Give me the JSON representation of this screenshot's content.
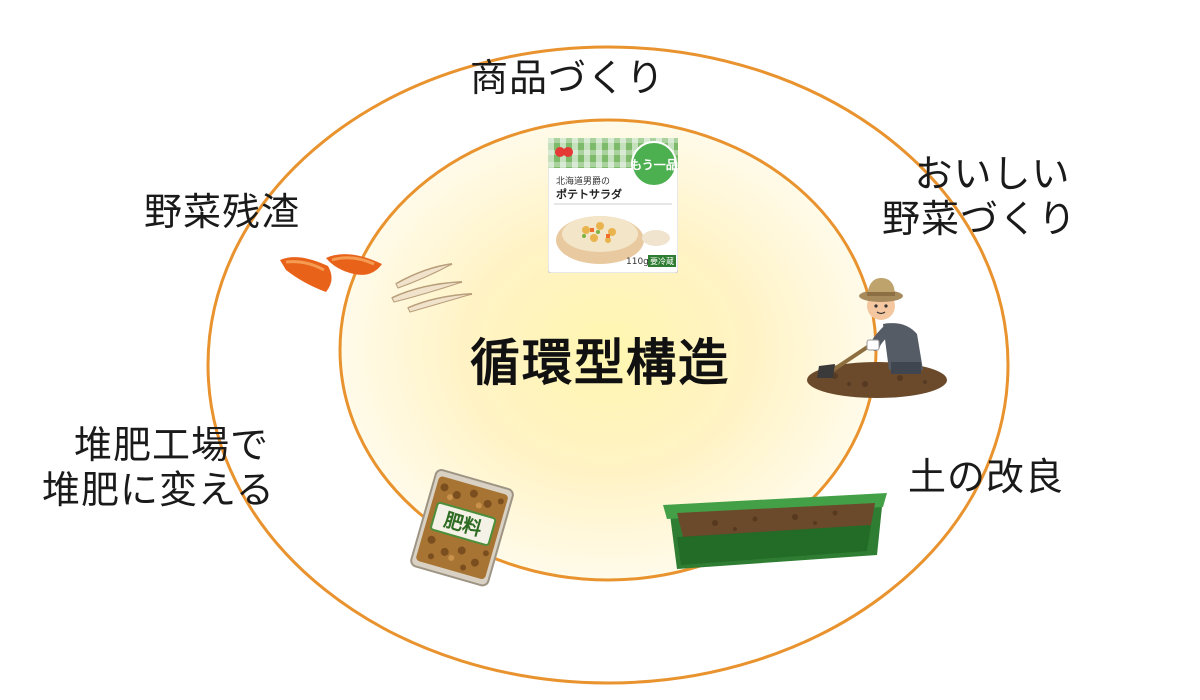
{
  "center": {
    "title": "循環型構造"
  },
  "stages": {
    "product": "商品づくり",
    "vegetable_line1": "おいしい",
    "vegetable_line2": "野菜づくり",
    "soil": "土の改良",
    "compost_line1": "堆肥工場で",
    "compost_line2": "堆肥に変える",
    "residue": "野菜残渣"
  },
  "package": {
    "badge": "もう一品",
    "name_line1": "北海道男爵の",
    "name_line2": "ポテトサラダ",
    "weight": "110g",
    "storage": "要冷蔵"
  },
  "fertilizer_bag": {
    "label": "肥料"
  },
  "colors": {
    "ring": "#E9932F",
    "glow_center": "#FFF7B8",
    "tray": "#2E7D32",
    "soil": "#6B4A2B",
    "carrot": "#E8621A"
  }
}
